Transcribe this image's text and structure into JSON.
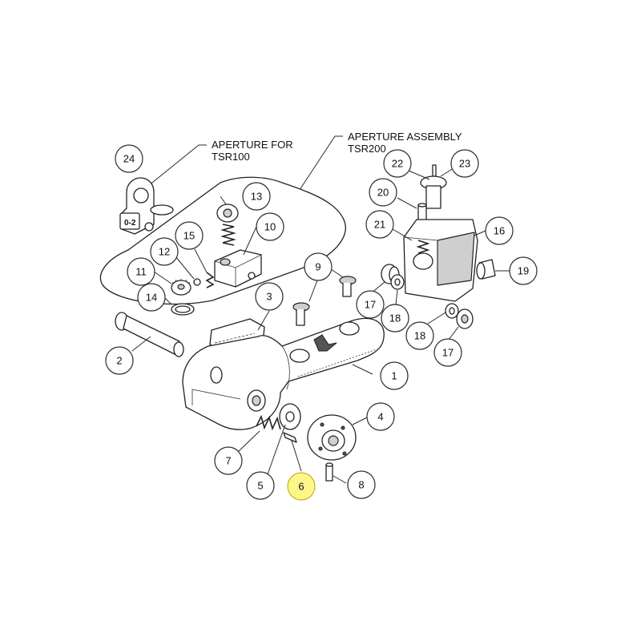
{
  "labels": {
    "aperture_for": "APERTURE FOR",
    "aperture_for_model": "TSR100",
    "aperture_assembly": "APERTURE ASSEMBLY",
    "aperture_assembly_model": "TSR200",
    "aperture_marking": "0-2"
  },
  "callouts": [
    {
      "id": "1",
      "text": "1"
    },
    {
      "id": "2",
      "text": "2"
    },
    {
      "id": "3",
      "text": "3"
    },
    {
      "id": "4",
      "text": "4"
    },
    {
      "id": "5",
      "text": "5"
    },
    {
      "id": "6",
      "text": "6"
    },
    {
      "id": "7",
      "text": "7"
    },
    {
      "id": "8",
      "text": "8"
    },
    {
      "id": "9",
      "text": "9"
    },
    {
      "id": "10",
      "text": "10"
    },
    {
      "id": "11",
      "text": "11"
    },
    {
      "id": "12",
      "text": "12"
    },
    {
      "id": "13",
      "text": "13"
    },
    {
      "id": "14",
      "text": "14"
    },
    {
      "id": "15",
      "text": "15"
    },
    {
      "id": "16",
      "text": "16"
    },
    {
      "id": "17a",
      "text": "17"
    },
    {
      "id": "17b",
      "text": "17"
    },
    {
      "id": "18a",
      "text": "18"
    },
    {
      "id": "18b",
      "text": "18"
    },
    {
      "id": "19",
      "text": "19"
    },
    {
      "id": "20",
      "text": "20"
    },
    {
      "id": "21",
      "text": "21"
    },
    {
      "id": "22",
      "text": "22"
    },
    {
      "id": "23",
      "text": "23"
    },
    {
      "id": "24",
      "text": "24"
    }
  ],
  "highlight_color": "#fff68a",
  "highlighted_callout": "6"
}
